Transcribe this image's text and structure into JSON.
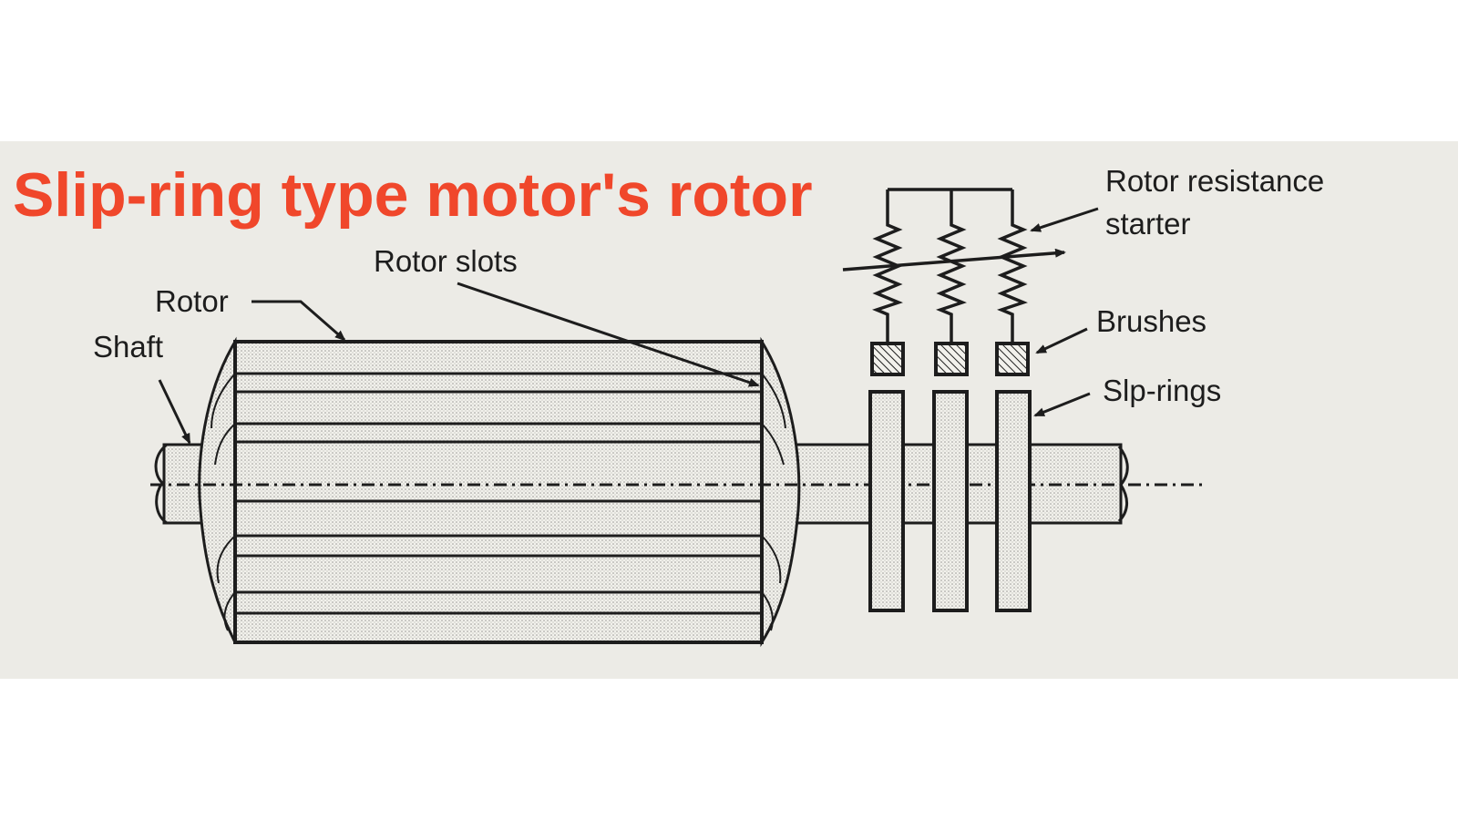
{
  "title": "Slip-ring type motor's rotor",
  "labels": {
    "rotor_slots": "Rotor slots",
    "rotor": "Rotor",
    "shaft": "Shaft",
    "rotor_resistance_starter_line1": "Rotor resistance",
    "rotor_resistance_starter_line2": "starter",
    "brushes": "Brushes",
    "slip_rings": "Slp-rings"
  },
  "colors": {
    "title": "#f0472b",
    "ink": "#1d1d1d",
    "paper": "#ecebe6"
  }
}
